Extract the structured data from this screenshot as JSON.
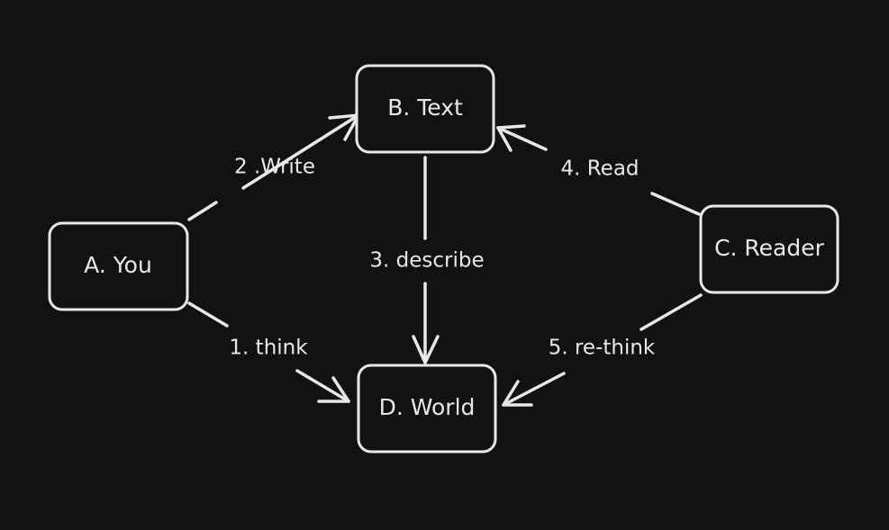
{
  "nodes": {
    "you": {
      "label": "A. You"
    },
    "text": {
      "label": "B. Text"
    },
    "reader": {
      "label": "C. Reader"
    },
    "world": {
      "label": "D. World"
    }
  },
  "edges": {
    "write": {
      "label": "2 .Write"
    },
    "read": {
      "label": "4. Read"
    },
    "describe": {
      "label": "3. describe"
    },
    "think": {
      "label": "1. think"
    },
    "rethink": {
      "label": "5. re-think"
    }
  },
  "colors": {
    "background": "#121212",
    "stroke": "#e8e8e8"
  }
}
